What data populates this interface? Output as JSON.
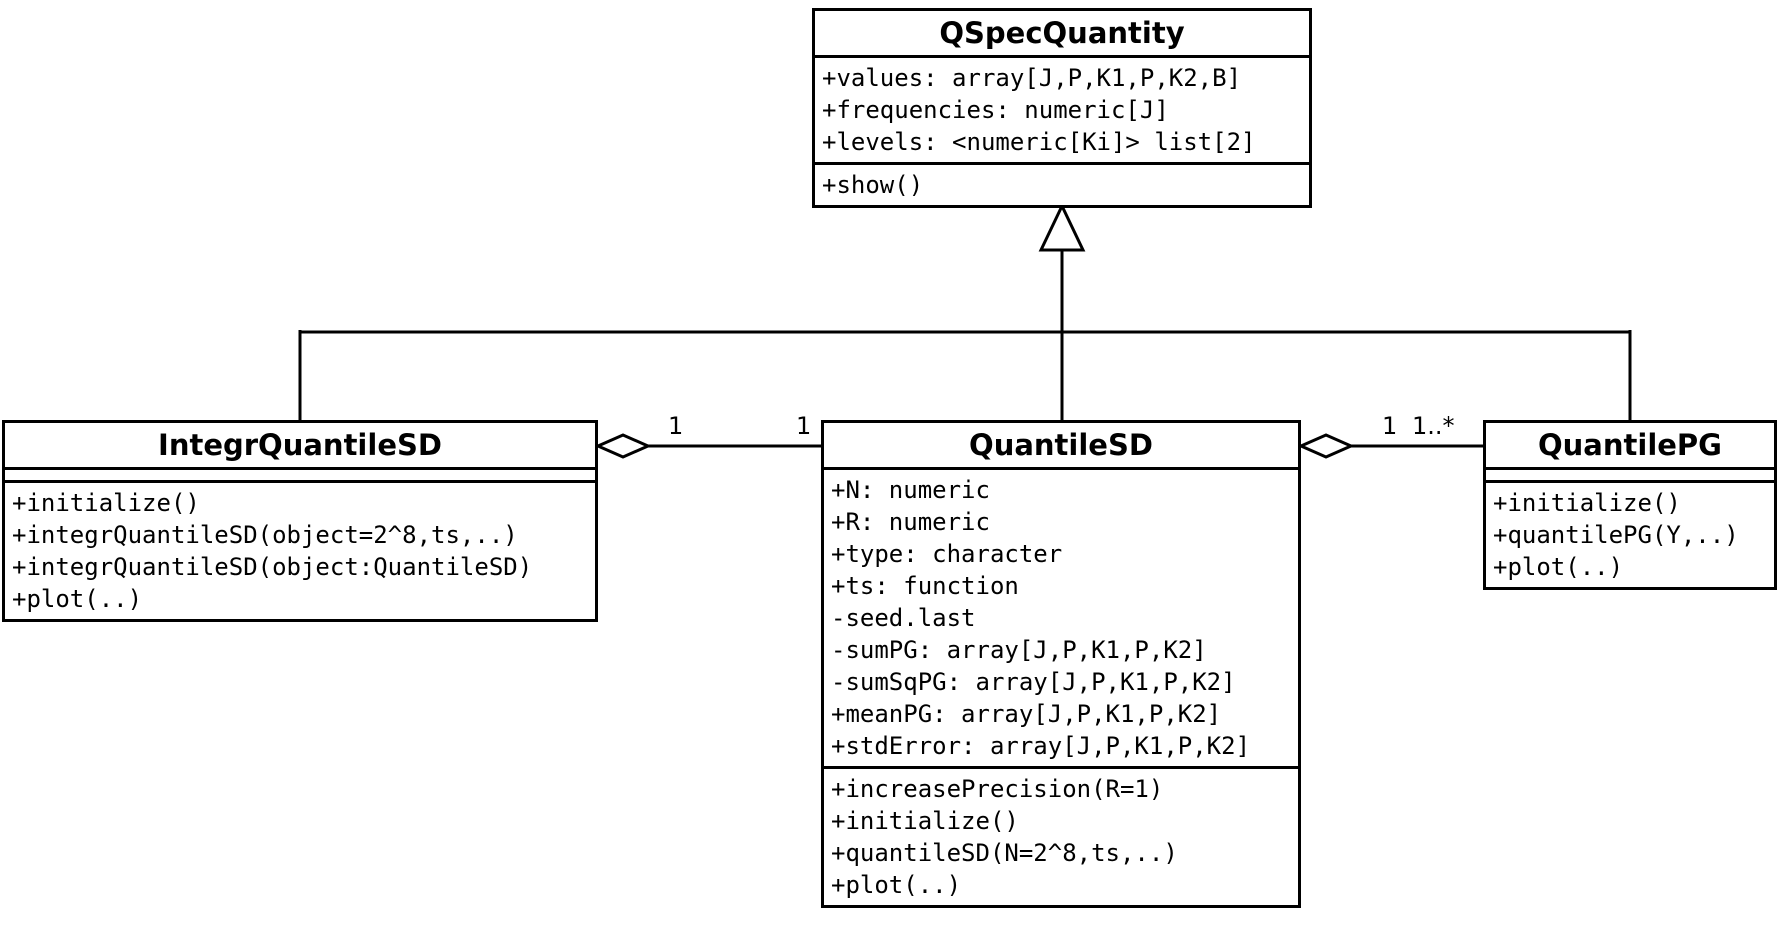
{
  "diagram": {
    "type": "uml-class-diagram",
    "colors": {
      "line": "#000000",
      "background": "#ffffff",
      "box_fill": "#ffffff",
      "text": "#000000"
    },
    "classes": {
      "qspecquantity": {
        "title": "QSpecQuantity",
        "attributes": [
          "+values: array[J,P,K1,P,K2,B]",
          "+frequencies: numeric[J]",
          "+levels: <numeric[Ki]> list[2]"
        ],
        "methods": [
          "+show()"
        ]
      },
      "integrquantilesd": {
        "title": "IntegrQuantileSD",
        "attributes": [],
        "methods": [
          "+initialize()",
          "+integrQuantileSD(object=2^8,ts,..)",
          "+integrQuantileSD(object:QuantileSD)",
          "+plot(..)"
        ]
      },
      "quantilesd": {
        "title": "QuantileSD",
        "attributes": [
          "+N: numeric",
          "+R: numeric",
          "+type: character",
          "+ts: function",
          "-seed.last",
          "-sumPG: array[J,P,K1,P,K2]",
          "-sumSqPG: array[J,P,K1,P,K2]",
          "+meanPG: array[J,P,K1,P,K2]",
          "+stdError: array[J,P,K1,P,K2]"
        ],
        "methods": [
          "+increasePrecision(R=1)",
          "+initialize()",
          "+quantileSD(N=2^8,ts,..)",
          "+plot(..)"
        ]
      },
      "quantilepg": {
        "title": "QuantilePG",
        "attributes": [],
        "methods": [
          "+initialize()",
          "+quantilePG(Y,..)",
          "+plot(..)"
        ]
      }
    },
    "relationships": {
      "generalization": {
        "parent": "QSpecQuantity",
        "children": [
          "IntegrQuantileSD",
          "QuantileSD",
          "QuantilePG"
        ]
      },
      "agg_left": {
        "source": "IntegrQuantileSD",
        "target": "QuantileSD",
        "near_diamond": "1",
        "near_target": "1"
      },
      "agg_right": {
        "source": "QuantileSD",
        "target": "QuantilePG",
        "near_diamond": "1",
        "near_target": "1..*"
      }
    }
  }
}
